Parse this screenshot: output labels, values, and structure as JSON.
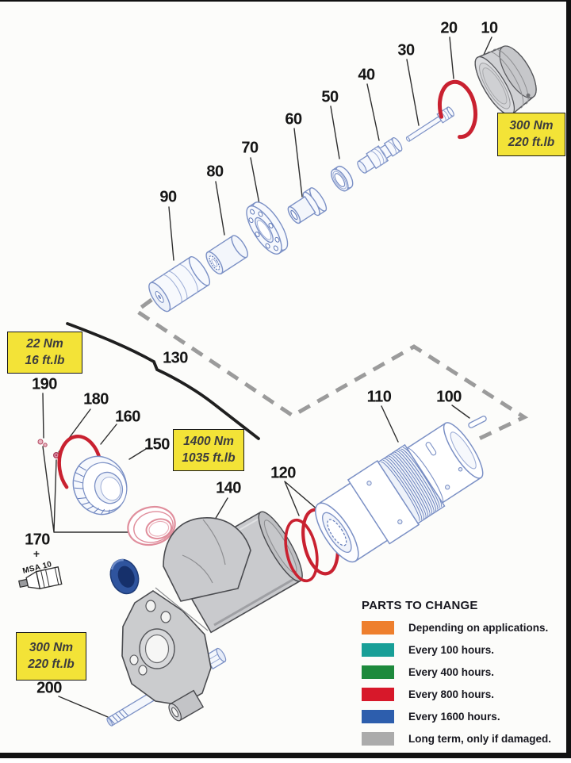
{
  "callouts": [
    "10",
    "20",
    "30",
    "40",
    "50",
    "60",
    "70",
    "80",
    "90",
    "100",
    "110",
    "120",
    "130",
    "140",
    "150",
    "160",
    "170",
    "180",
    "190",
    "200"
  ],
  "torque_boxes": {
    "top_right": {
      "line1": "300 Nm",
      "line2": "220 ft.lb"
    },
    "left": {
      "line1": "22 Nm",
      "line2": "16 ft.lb"
    },
    "center": {
      "line1": "1400 Nm",
      "line2": "1035 ft.lb"
    },
    "bottom_left": {
      "line1": "300 Nm",
      "line2": "220 ft.lb"
    }
  },
  "annotations": {
    "part_170_plus": "+",
    "grease_ref": "MSA 10"
  },
  "legend": {
    "title": "PARTS TO CHANGE",
    "items": [
      {
        "label": "Depending on applications.",
        "color": "#ee7f2d"
      },
      {
        "label": "Every 100 hours.",
        "color": "#189f97"
      },
      {
        "label": "Every 400 hours.",
        "color": "#1d8a3c"
      },
      {
        "label": "Every 800 hours.",
        "color": "#d7182a"
      },
      {
        "label": "Every 1600 hours.",
        "color": "#2d5ead"
      },
      {
        "label": "Long term, only if damaged.",
        "color": "#ababab"
      }
    ]
  },
  "colors": {
    "box_yellow": "#f3e337",
    "highlight_red": "#c92130",
    "line_blue": "#7b90c5",
    "body_gray": "#c9cacd",
    "seal_pink": "#e08e9c"
  }
}
